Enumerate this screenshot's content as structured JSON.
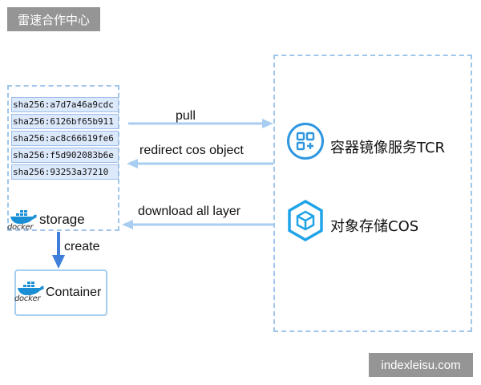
{
  "corner_tags": {
    "top_left": "雷速合作中心",
    "bottom_right": "indexleisu.com"
  },
  "client": {
    "layers": [
      "sha256:a7d7a46a9cdc",
      "sha256:6126bf65b911",
      "sha256:ac8c66619fe6",
      "sha256:f5d902083b6e",
      "sha256:93253a37210"
    ],
    "docker_text": "docker",
    "storage_label": "storage",
    "create_label": "create",
    "container_label": "Container"
  },
  "server": {
    "tcr_label": "容器镜像服务TCR",
    "cos_label": "对象存储COS"
  },
  "arrows": {
    "pull": "pull",
    "redirect": "redirect cos object",
    "download": "download all layer"
  },
  "colors": {
    "arrow_light": "#a8cdf1",
    "arrow_dark": "#3f7fda",
    "tcr_icon": "#2f96e0",
    "cos_icon": "#20a4e8",
    "dashed_border": "#9fc6ea",
    "tag_bg": "#959595"
  },
  "icons": {
    "tcr": "grid-apps-icon",
    "cos": "cube-hexagon-icon",
    "docker": "docker-whale-icon"
  }
}
